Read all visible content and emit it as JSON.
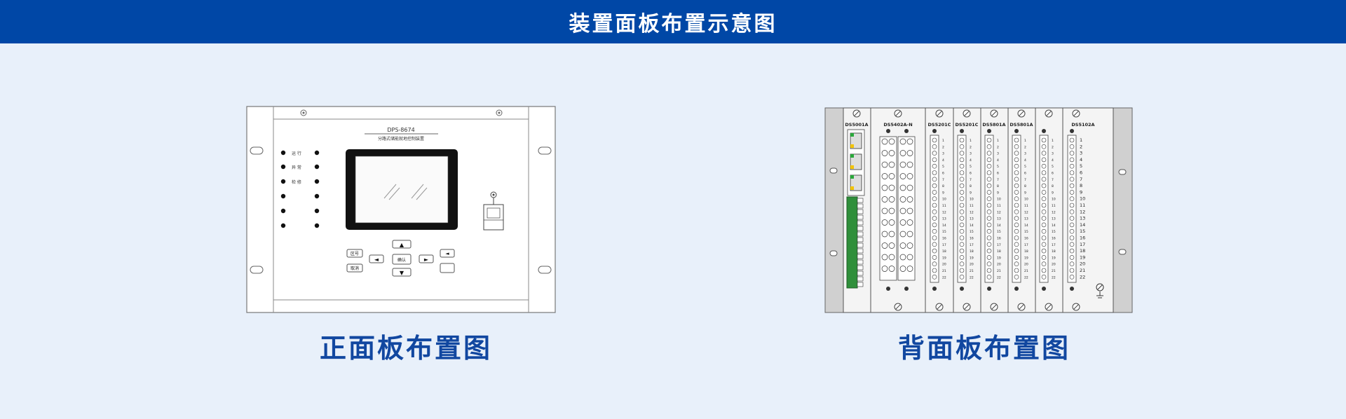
{
  "header": {
    "title": "装置面板布置示意图"
  },
  "front_panel": {
    "caption": "正面板布置图",
    "model": "DPS-8674",
    "device_name": "分路式储能就地控制装置",
    "indicators": [
      "运 行",
      "异 常",
      "检 修"
    ],
    "buttons": {
      "left_top": "区号",
      "left_bottom": "取消",
      "center": "确认",
      "left_arrow": "◄",
      "right_arrow": "►",
      "up_arrow": "▲",
      "down_arrow": "▼",
      "back": "◄"
    }
  },
  "back_panel": {
    "caption": "背面板布置图",
    "modules": [
      "DS5001A",
      "DS5402A-N",
      "DS5201C",
      "DS5201C",
      "DS5801A",
      "DS5801A",
      "DS5102A"
    ],
    "terminal_numbers": [
      "1",
      "2",
      "3",
      "4",
      "5",
      "6",
      "7",
      "8",
      "9",
      "10",
      "11",
      "12",
      "13",
      "14",
      "15",
      "16",
      "17",
      "18",
      "19",
      "20",
      "21",
      "22"
    ]
  }
}
